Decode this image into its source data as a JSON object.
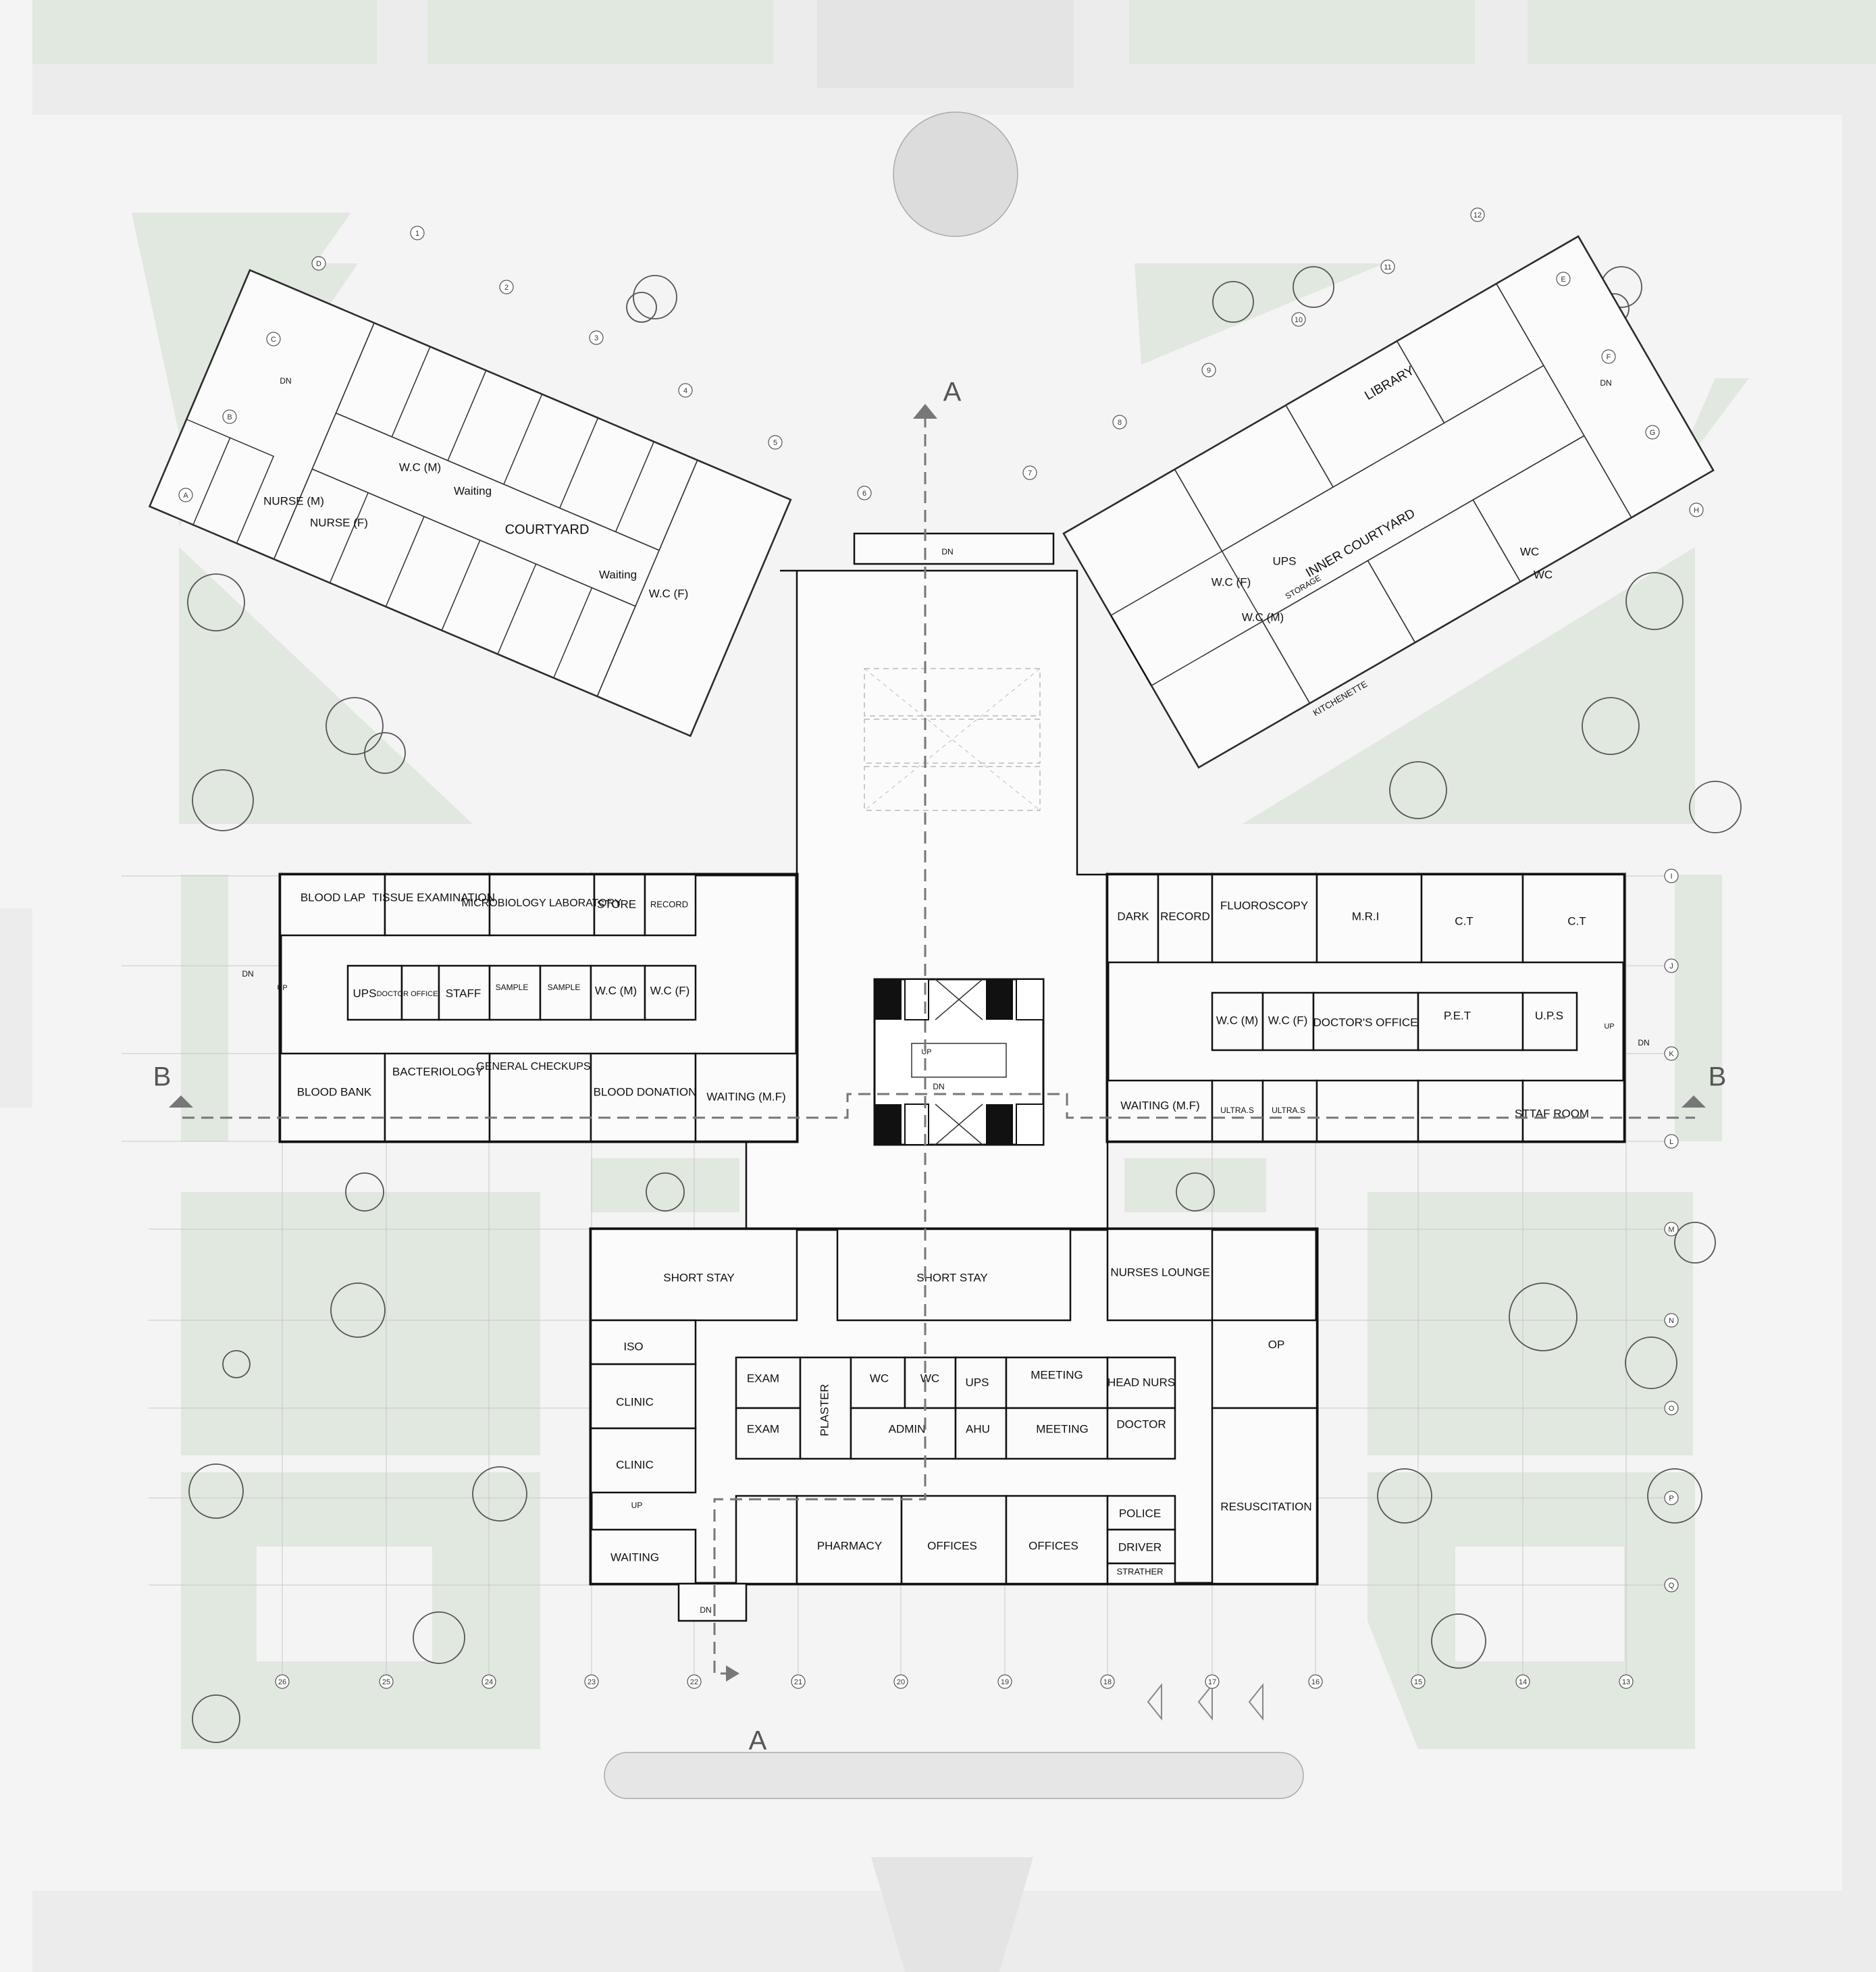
{
  "plan": {
    "sections": {
      "a_top": "A",
      "a_bottom": "A",
      "b_left": "B",
      "b_right": "B"
    },
    "stairs": {
      "dn": "DN",
      "up": "UP"
    },
    "grid_numbers": [
      "1",
      "2",
      "3",
      "4",
      "5",
      "6",
      "7",
      "8",
      "9",
      "10",
      "11",
      "12",
      "13",
      "14",
      "15",
      "16",
      "17",
      "18",
      "19",
      "20",
      "21",
      "22",
      "23",
      "24",
      "25",
      "26"
    ],
    "grid_letters_left": [
      "A",
      "B",
      "C",
      "D"
    ],
    "grid_letters_right": [
      "E",
      "F",
      "G",
      "H"
    ],
    "grid_letters_main": [
      "I",
      "J",
      "K",
      "L",
      "M",
      "N",
      "O",
      "P",
      "Q"
    ],
    "rooms": {
      "west_wing": {
        "nurse_m": "NURSE (M)",
        "nurse_f": "NURSE (F)",
        "wc_m": "W.C (M)",
        "waiting_1": "Waiting",
        "courtyard": "COURTYARD",
        "waiting_2": "Waiting",
        "wc_f": "W.C (F)"
      },
      "east_wing": {
        "library": "LIBRARY",
        "inner_courtyard": "INNER COURTYARD",
        "ups": "UPS",
        "wc_f": "W.C (F)",
        "storage": "STORAGE",
        "wc_m": "W.C (M)",
        "wc_1": "WC",
        "wc_2": "WC",
        "kitchenette": "KITCHENETTE"
      },
      "west_lab": {
        "blood_lap": "BLOOD LAP",
        "tissue": "TISSUE EXAMINATION",
        "micro": "MICROBIOLOGY LABORATORY",
        "store": "STORE",
        "record": "RECORD",
        "ups": "UPS",
        "doctor_office": "DOCTOR OFFICE",
        "staff": "STAFF",
        "sample_1": "SAMPLE",
        "sample_2": "SAMPLE",
        "wc_m": "W.C (M)",
        "wc_f": "W.C (F)",
        "blood_bank": "BLOOD BANK",
        "bacteriology": "BACTERIOLOGY",
        "general": "GENERAL CHECKUPS",
        "donation": "BLOOD DONATION",
        "waiting": "WAITING (M.F)"
      },
      "east_imaging": {
        "dark": "DARK",
        "record": "RECORD",
        "fluoro": "FLUOROSCOPY",
        "mri": "M.R.I",
        "ct1": "C.T",
        "ct2": "C.T",
        "wc_m": "W.C (M)",
        "wc_f": "W.C (F)",
        "doctors_office": "DOCTOR'S OFFICE",
        "pet": "P.E.T",
        "ups": "U.P.S",
        "waiting": "WAITING (M.F)",
        "ultras1": "ULTRA.S",
        "ultras2": "ULTRA.S",
        "staff_room": "STTAF ROOM"
      },
      "south": {
        "short_stay_1": "SHORT STAY",
        "short_stay_2": "SHORT STAY",
        "nurses_lounge": "NURSES LOUNGE",
        "iso": "ISO",
        "clinic_1": "CLINIC",
        "clinic_2": "CLINIC",
        "waiting": "WAITING",
        "exam_1": "EXAM",
        "exam_2": "EXAM",
        "plaster": "PLASTER",
        "wc_1": "WC",
        "wc_2": "WC",
        "ups": "UPS",
        "meeting_1": "MEETING",
        "head_nurs": "HEAD NURS",
        "admin": "ADMIN",
        "ahu": "AHU",
        "meeting_2": "MEETING",
        "doctor": "DOCTOR",
        "op": "OP",
        "resuscitation": "RESUSCITATION",
        "pharmacy": "PHARMACY",
        "offices_1": "OFFICES",
        "offices_2": "OFFICES",
        "police": "POLICE",
        "driver": "DRIVER",
        "strather": "STRATHER"
      }
    }
  }
}
